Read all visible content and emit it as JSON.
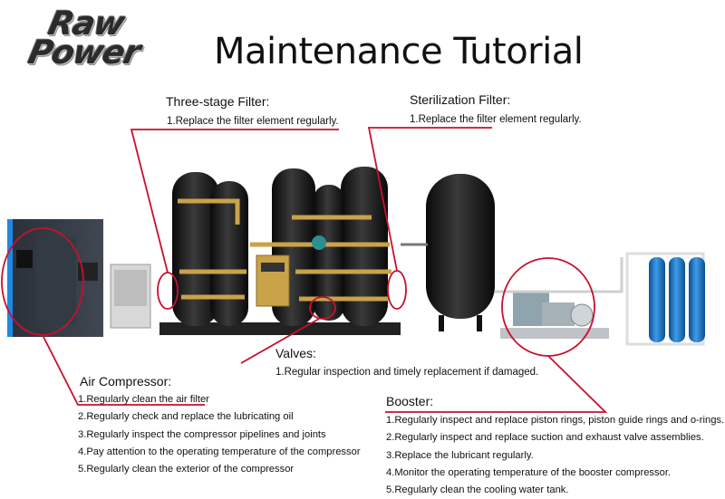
{
  "logo": {
    "line1": "Raw",
    "line2": "Power"
  },
  "title": "Maintenance Tutorial",
  "three_stage_filter": {
    "heading": "Three-stage Filter:",
    "items": [
      "1.Replace the filter element regularly."
    ]
  },
  "sterilization_filter": {
    "heading": "Sterilization Filter:",
    "items": [
      "1.Replace the filter element regularly."
    ]
  },
  "valves": {
    "heading": "Valves:",
    "items": [
      "1.Regular inspection and timely replacement if damaged."
    ]
  },
  "air_compressor": {
    "heading": "Air Compressor:",
    "items": [
      "1.Regularly clean the air filter",
      "2.Regularly check and replace the lubricating oil",
      "3.Regularly inspect the compressor pipelines and joints",
      "4.Pay attention to the operating temperature of the compressor",
      "5.Regularly clean the exterior of the compressor"
    ]
  },
  "booster": {
    "heading": "Booster:",
    "items": [
      "1.Regularly inspect and replace piston rings, piston guide rings and o-rings.",
      "2.Regularly inspect and replace suction and exhaust valve assemblies.",
      "3.Replace the lubricant regularly.",
      "4.Monitor the operating temperature of the booster compressor.",
      "5.Regularly clean the cooling water tank."
    ]
  },
  "colors": {
    "callout": "#c8102e",
    "tank": "#151515",
    "pipe": "#c9a24a",
    "cylinder": "#1f78c8"
  }
}
